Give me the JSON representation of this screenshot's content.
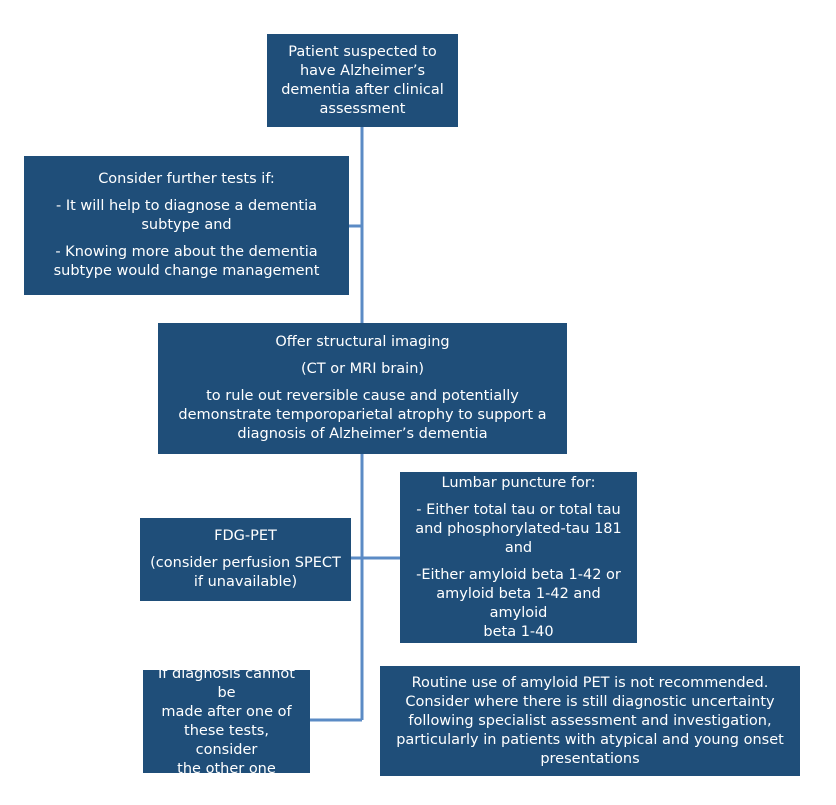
{
  "flowchart": {
    "patient": [
      "Patient suspected to",
      "have Alzheimer’s",
      "dementia after clinical",
      "assessment"
    ],
    "tests": {
      "heading": "Consider further tests if:",
      "item1": [
        "- It will help to diagnose a dementia",
        "subtype and"
      ],
      "item2": [
        "- Knowing more about the dementia",
        "subtype would change management"
      ]
    },
    "imaging": {
      "heading": "Offer structural imaging",
      "modality": "(CT or MRI brain)",
      "purpose": [
        "to rule out reversible cause and potentially",
        "demonstrate temporoparietal atrophy to support a",
        "diagnosis of Alzheimer’s dementia"
      ]
    },
    "lumbar": {
      "heading": "Lumbar puncture for:",
      "item1": [
        "- Either total tau or total tau",
        "and phosphorylated-tau 181",
        "and"
      ],
      "item2": [
        "-Either amyloid beta 1-42 or",
        "amyloid beta 1-42 and amyloid",
        "beta 1-40"
      ]
    },
    "fdgpet": {
      "heading": "FDG-PET",
      "note": [
        "(consider perfusion SPECT",
        "if unavailable)"
      ]
    },
    "diagnosis": [
      "If diagnosis cannot be",
      "made after one of",
      "these tests, consider",
      "the other one"
    ],
    "amyloid": [
      "Routine use of amyloid PET is not recommended.",
      "Consider where there is still diagnostic uncertainty",
      "following specialist assessment and investigation,",
      "particularly in patients with atypical and young onset",
      "presentations"
    ]
  },
  "colors": {
    "box_fill": "#1f4e79",
    "connector": "#5b8bc5",
    "text": "#ffffff"
  }
}
